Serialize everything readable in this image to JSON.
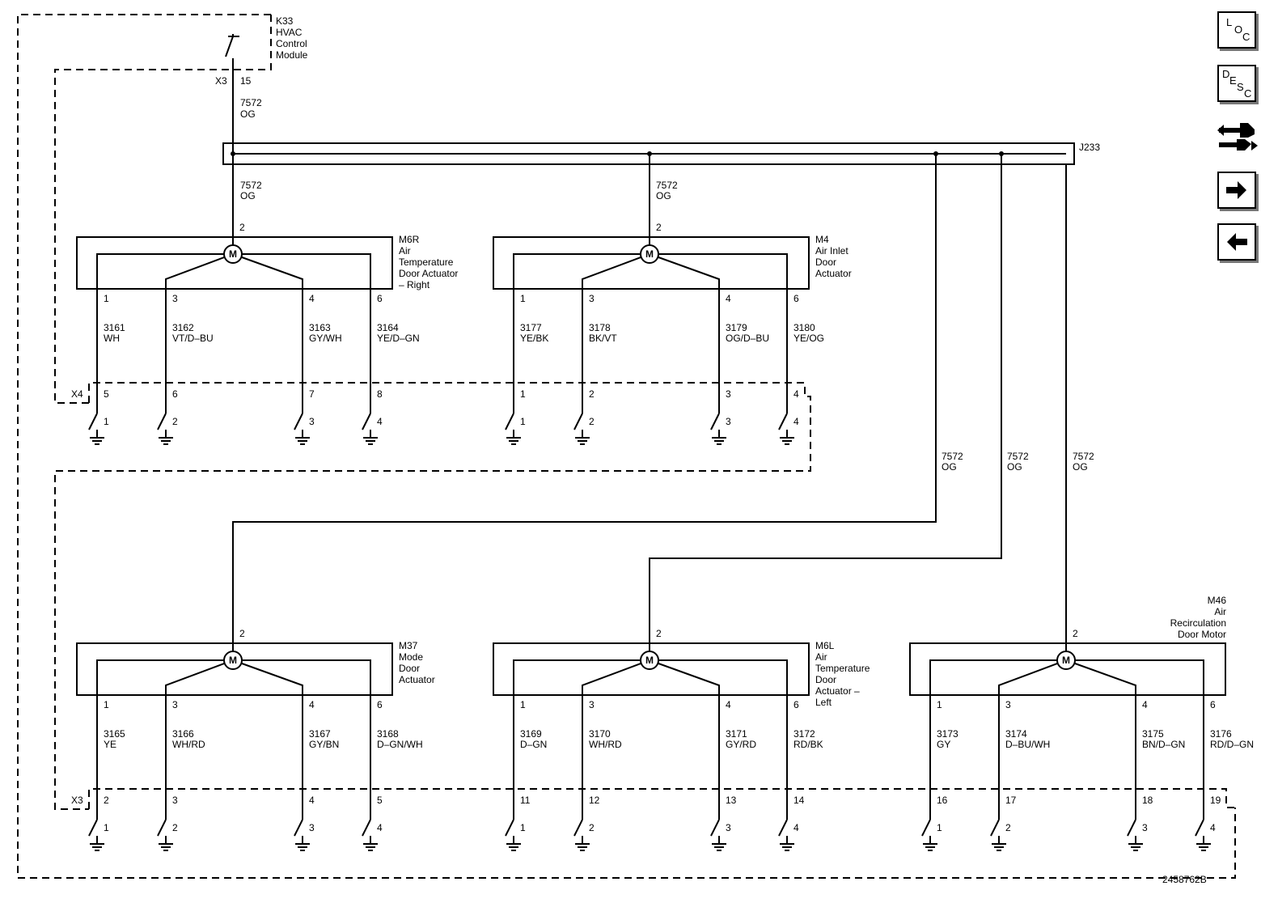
{
  "figure_id": "2458762B",
  "hvac_module": {
    "id": "K33",
    "name_lines": [
      "HVAC",
      "Control",
      "Module"
    ],
    "connector": "X3",
    "pin": "15",
    "circuit": "7572",
    "color": "OG"
  },
  "splice": "J233",
  "signal": {
    "circuit": "7572",
    "color": "OG"
  },
  "module_connectors": {
    "upper": "X4",
    "lower": "X3"
  },
  "actuators": [
    {
      "id": "M6R",
      "name_lines": [
        "Air",
        "Temperature",
        "Door Actuator",
        "– Right"
      ],
      "motor_pin": "2",
      "pins": [
        "1",
        "3",
        "4",
        "6"
      ],
      "circuits": [
        {
          "num": "3161",
          "color": "WH"
        },
        {
          "num": "3162",
          "color": "VT/D–BU"
        },
        {
          "num": "3163",
          "color": "GY/WH"
        },
        {
          "num": "3164",
          "color": "YE/D–GN"
        }
      ],
      "connector_pins": [
        "5",
        "6",
        "7",
        "8"
      ],
      "switch_labels": [
        "1",
        "2",
        "3",
        "4"
      ]
    },
    {
      "id": "M4",
      "name_lines": [
        "Air Inlet",
        "Door",
        "Actuator"
      ],
      "motor_pin": "2",
      "pins": [
        "1",
        "3",
        "4",
        "6"
      ],
      "circuits": [
        {
          "num": "3177",
          "color": "YE/BK"
        },
        {
          "num": "3178",
          "color": "BK/VT"
        },
        {
          "num": "3179",
          "color": "OG/D–BU"
        },
        {
          "num": "3180",
          "color": "YE/OG"
        }
      ],
      "connector_pins": [
        "1",
        "2",
        "3",
        "4"
      ],
      "switch_labels": [
        "1",
        "2",
        "3",
        "4"
      ]
    },
    {
      "id": "M37",
      "name_lines": [
        "Mode",
        "Door",
        "Actuator"
      ],
      "motor_pin": "2",
      "pins": [
        "1",
        "3",
        "4",
        "6"
      ],
      "circuits": [
        {
          "num": "3165",
          "color": "YE"
        },
        {
          "num": "3166",
          "color": "WH/RD"
        },
        {
          "num": "3167",
          "color": "GY/BN"
        },
        {
          "num": "3168",
          "color": "D–GN/WH"
        }
      ],
      "connector_pins": [
        "2",
        "3",
        "4",
        "5"
      ],
      "switch_labels": [
        "1",
        "2",
        "3",
        "4"
      ]
    },
    {
      "id": "M6L",
      "name_lines": [
        "Air",
        "Temperature",
        "Door",
        "Actuator –",
        "Left"
      ],
      "motor_pin": "2",
      "pins": [
        "1",
        "3",
        "4",
        "6"
      ],
      "circuits": [
        {
          "num": "3169",
          "color": "D–GN"
        },
        {
          "num": "3170",
          "color": "WH/RD"
        },
        {
          "num": "3171",
          "color": "GY/RD"
        },
        {
          "num": "3172",
          "color": "RD/BK"
        }
      ],
      "connector_pins": [
        "11",
        "12",
        "13",
        "14"
      ],
      "switch_labels": [
        "1",
        "2",
        "3",
        "4"
      ]
    },
    {
      "id": "M46",
      "name_lines": [
        "Air",
        "Recirculation",
        "Door Motor"
      ],
      "motor_pin": "2",
      "pins": [
        "1",
        "3",
        "4",
        "6"
      ],
      "circuits": [
        {
          "num": "3173",
          "color": "GY"
        },
        {
          "num": "3174",
          "color": "D–BU/WH"
        },
        {
          "num": "3175",
          "color": "BN/D–GN"
        },
        {
          "num": "3176",
          "color": "RD/D–GN"
        }
      ],
      "connector_pins": [
        "16",
        "17",
        "18",
        "19"
      ],
      "switch_labels": [
        "1",
        "2",
        "3",
        "4"
      ]
    }
  ],
  "motor_symbol": "M",
  "nav": {
    "loc_letters": [
      "L",
      "O",
      "C"
    ],
    "desc_letters": [
      "D",
      "E",
      "S",
      "C"
    ],
    "icons": [
      "loc-icon",
      "desc-icon",
      "connector-swap-icon",
      "arrow-right-icon",
      "arrow-left-icon"
    ]
  }
}
